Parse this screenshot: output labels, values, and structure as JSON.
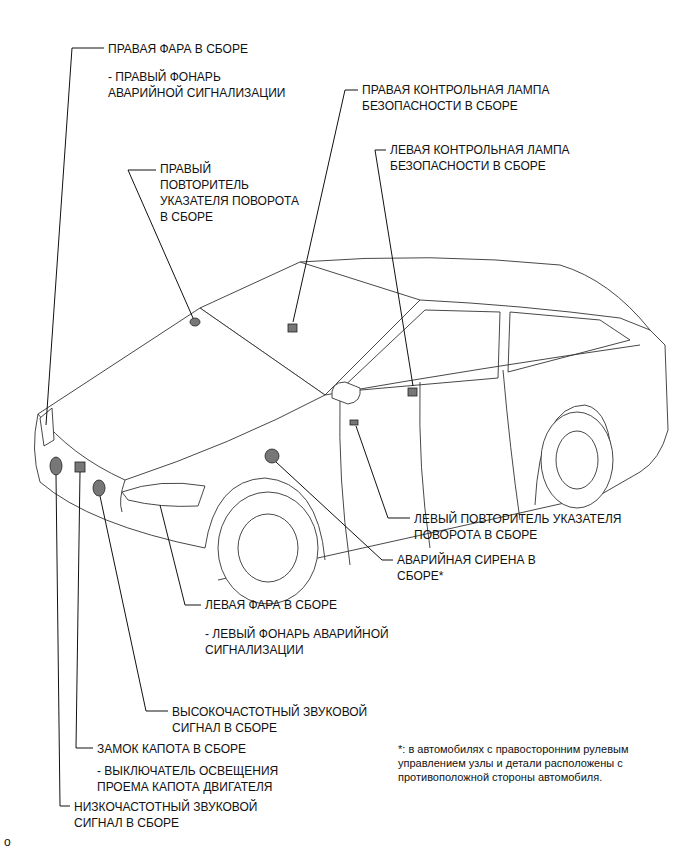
{
  "diagram": {
    "labels": [
      "ПРАВАЯ ФАРА В СБОРЕ",
      "- ПРАВЫЙ ФОНАРЬ АВАРИЙНОЙ СИГНАЛИЗАЦИИ",
      "ПРАВАЯ КОНТРОЛЬНАЯ ЛАМПА БЕЗОПАСНОСТИ В СБОРЕ",
      "ЛЕВАЯ КОНТРОЛЬНАЯ ЛАМПА БЕЗОПАСНОСТИ В СБОРЕ",
      "ПРАВЫЙ ПОВТОРИТЕЛЬ УКАЗАТЕЛЯ ПОВОРОТА В СБОРЕ",
      "ЛЕВЫЙ ПОВТОРИТЕЛЬ УКАЗАТЕЛЯ ПОВОРОТА В СБОРЕ",
      "АВАРИЙНАЯ СИРЕНА В СБОРЕ*",
      "ЛЕВАЯ ФАРА В СБОРЕ",
      "- ЛЕВЫЙ ФОНАРЬ АВАРИЙНОЙ СИГНАЛИЗАЦИИ",
      "ВЫСОКОЧАСТОТНЫЙ ЗВУКОВОЙ СИГНАЛ В СБОРЕ",
      "ЗАМОК КАПОТА В СБОРЕ",
      "- ВЫКЛЮЧАТЕЛЬ ОСВЕЩЕНИЯ ПРОЕМА КАПОТА ДВИГАТЕЛЯ",
      "НИЗКОЧАСТОТНЫЙ ЗВУКОВОЙ СИГНАЛ В СБОРЕ",
      "*: в автомобилях с правосторонним рулевым управлением узлы и детали расположены с противоположной стороны автомобиля.",
      "o"
    ]
  }
}
